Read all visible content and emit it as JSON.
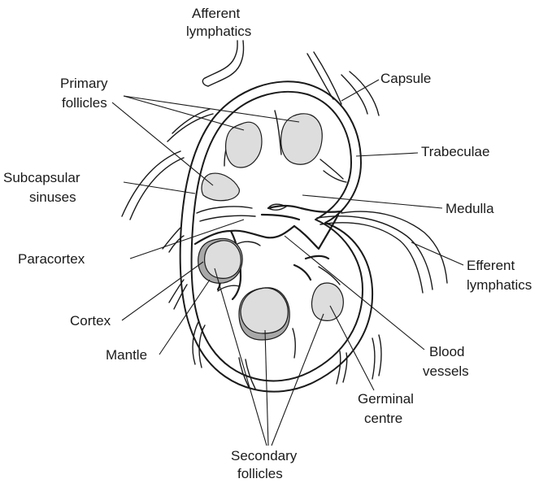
{
  "labels": {
    "afferent_lymphatics_1": "Afferent",
    "afferent_lymphatics_2": "lymphatics",
    "primary_follicles_1": "Primary",
    "primary_follicles_2": "follicles",
    "capsule": "Capsule",
    "trabeculae": "Trabeculae",
    "subcapsular_sinuses_1": "Subcapsular",
    "subcapsular_sinuses_2": "sinuses",
    "medulla": "Medulla",
    "paracortex": "Paracortex",
    "efferent_lymphatics_1": "Efferent",
    "efferent_lymphatics_2": "lymphatics",
    "cortex": "Cortex",
    "mantle": "Mantle",
    "blood_vessels_1": "Blood",
    "blood_vessels_2": "vessels",
    "germinal_centre_1": "Germinal",
    "germinal_centre_2": "centre",
    "secondary_follicles_1": "Secondary",
    "secondary_follicles_2": "follicles"
  },
  "colors": {
    "line": "#1a1a1a",
    "follicle_fill": "#dddddd",
    "mantle_fill": "#a8a8a8",
    "background": "#ffffff"
  }
}
